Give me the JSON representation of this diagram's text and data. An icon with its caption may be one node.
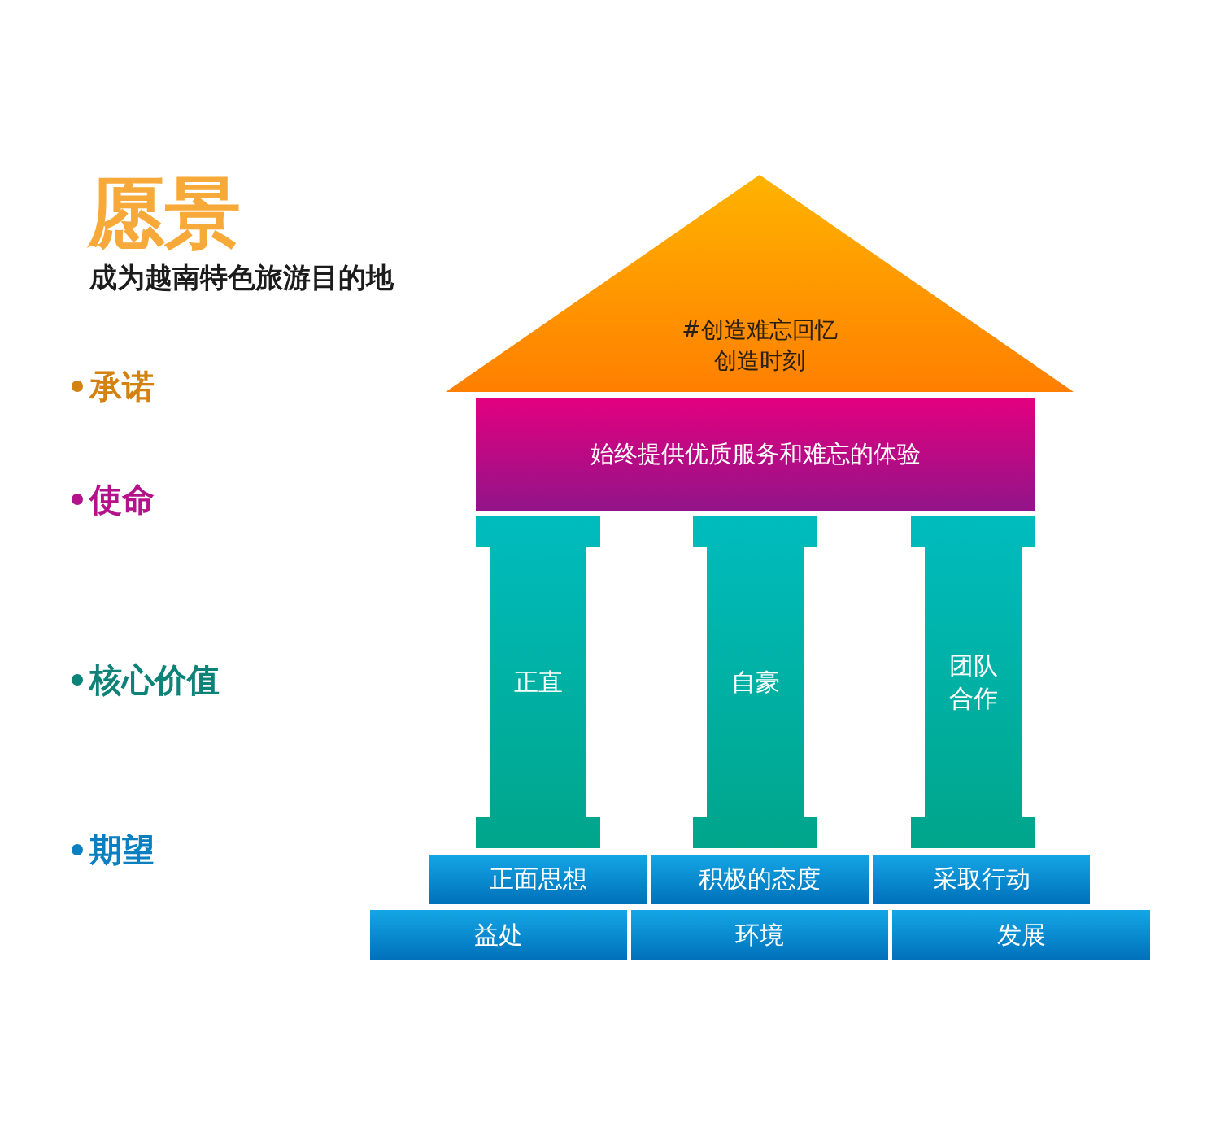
{
  "diagram": {
    "nodes": [
      {
        "text": [
          "#创造难忘回忆",
          "创造时刻"
        ]
      },
      {
        "text": [
          "始终提供优质服务和难忘的体验"
        ]
      },
      {
        "text": [
          "正直"
        ]
      },
      {
        "text": [
          "自豪"
        ]
      },
      {
        "text": [
          "团队合作"
        ]
      },
      {
        "text": [
          "正面思想"
        ]
      },
      {
        "text": [
          "积极的态度"
        ]
      },
      {
        "text": [
          "采取行动"
        ]
      },
      {
        "text": [
          "益处"
        ]
      },
      {
        "text": [
          "环境"
        ]
      },
      {
        "text": [
          "发展"
        ]
      }
    ],
    "labels": [
      "愿景",
      "成为越南特色旅游目的地",
      "承诺",
      "使命",
      "核心价值",
      "期望"
    ]
  }
}
